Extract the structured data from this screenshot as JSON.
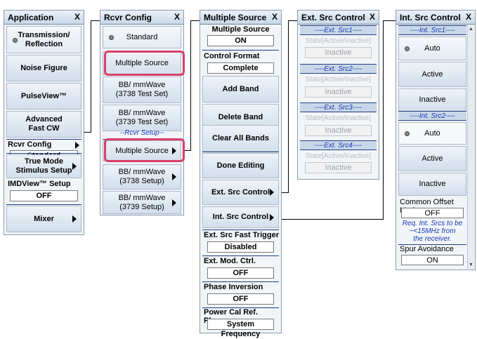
{
  "panels": {
    "application": {
      "title": "Application",
      "close": "X",
      "items": [
        "Transmission/\nReflection",
        "Noise Figure",
        "PulseView™",
        "Advanced\nFast CW",
        "True Mode\nStimulus Setup",
        "Mixer"
      ],
      "rcvr_config_label": "Rcvr Config",
      "rcvr_config_value": "Standard",
      "imdview_label": "IMDView™ Setup",
      "imdview_value": "OFF"
    },
    "rcvr_config": {
      "title": "Rcvr Config",
      "close": "X",
      "items": [
        "Standard",
        "Multiple Source",
        "BB/ mmWave\n(3738 Test Set)",
        "BB/ mmWave\n(3739 Test Set)",
        "Multiple Source",
        "BB/ mmWave\n(3738 Setup)",
        "BB/ mmWave\n(3739 Setup)"
      ],
      "setup_header": "--Rcvr Setup--"
    },
    "multiple_source": {
      "title": "Multiple Source",
      "close": "X",
      "ms_label": "Multiple Source",
      "ms_value": "ON",
      "cf_label": "Control Format",
      "cf_value": "Complete",
      "items": [
        "Add Band",
        "Delete Band",
        "Clear All Bands",
        "Done Editing",
        "Ext. Src Control",
        "Int. Src Control"
      ],
      "fast_trigger_label": "Ext. Src Fast Trigger",
      "fast_trigger_value": "Disabled",
      "mod_label": "Ext. Mod. Ctrl.",
      "mod_value": "OFF",
      "phase_label": "Phase Inversion",
      "phase_value": "OFF",
      "power_label": "Power Cal Ref. Plane",
      "power_value": "System Frequency"
    },
    "ext_src": {
      "title": "Ext. Src Control",
      "close": "X",
      "sections": [
        {
          "header": "----Ext. Src1----",
          "state": "State[Active/Inactive]",
          "value": "Inactive"
        },
        {
          "header": "----Ext. Src2----",
          "state": "State[Active/Inactive]",
          "value": "Inactive"
        },
        {
          "header": "----Ext. Src3----",
          "state": "State[Active/Inactive]",
          "value": "Inactive"
        },
        {
          "header": "----Ext. Src4----",
          "state": "State[Active/Inactive]",
          "value": "Inactive"
        }
      ]
    },
    "int_src": {
      "title": "Int. Src Control",
      "close": "X",
      "src1_header": "----Int. Src1----",
      "src2_header": "----Int. Src2----",
      "items": [
        "Auto",
        "Active",
        "Inactive",
        "Auto",
        "Active",
        "Inactive"
      ],
      "offset_label": "Common Offset Mode",
      "offset_value": "OFF",
      "note": "Req. Int. Srcs to be\n~<15MHz from\nthe receiver.",
      "spur_label": "Spur Avoidance",
      "spur_value": "ON"
    }
  },
  "colors": {
    "highlight": "#d8406a",
    "accent_text": "#1836b8"
  }
}
